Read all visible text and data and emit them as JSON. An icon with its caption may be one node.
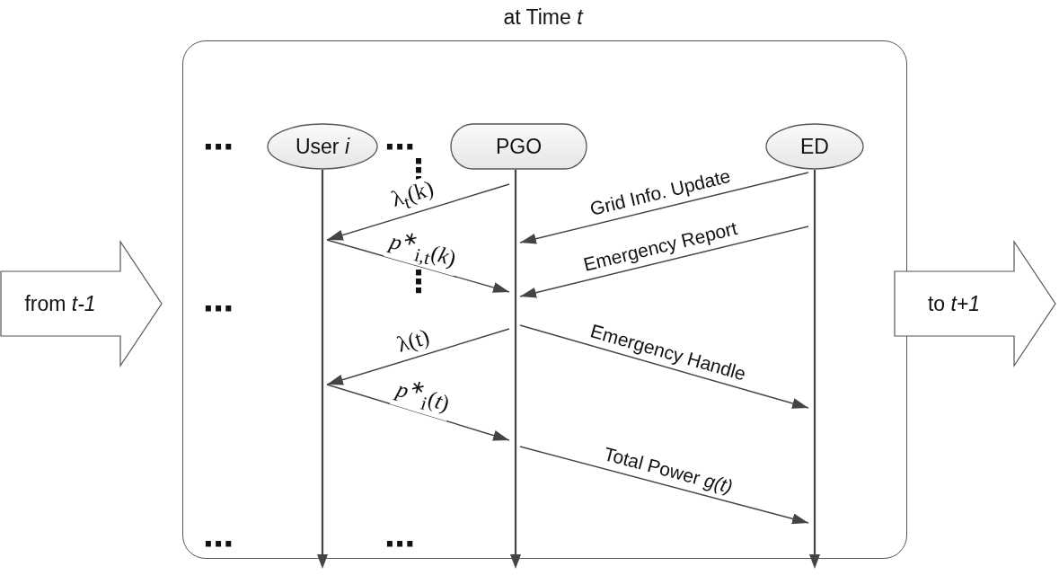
{
  "diagram": {
    "title": "at Time *t*",
    "nodes": [
      {
        "text": [],
        "shape": "box"
      },
      {
        "text": [
          "User *i*"
        ],
        "in": 0
      },
      {
        "text": [
          "PGO"
        ],
        "in": 0
      },
      {
        "text": [
          "ED"
        ],
        "in": 0
      },
      {
        "text": [],
        "shape": "bar",
        "in": 0
      },
      {
        "text": [],
        "shape": "bar",
        "in": 0
      },
      {
        "text": [],
        "shape": "bar",
        "in": 0
      },
      {
        "text": [
          "from *t-1*"
        ]
      },
      {
        "text": [
          "to *t+1*"
        ]
      }
    ],
    "edges": [
      {
        "from": 5,
        "to": 4,
        "arrow": "to",
        "label": "λ$_{t}$(k)"
      },
      {
        "from": 4,
        "to": 5,
        "arrow": "to",
        "label": "*p*$^{∗}$$_{i,t}$(*k*)"
      },
      {
        "from": 6,
        "to": 5,
        "arrow": "to",
        "label": "Grid Info. Update"
      },
      {
        "from": 6,
        "to": 5,
        "arrow": "to",
        "label": "Emergency Report"
      },
      {
        "from": 5,
        "to": 4,
        "arrow": "to",
        "label": "λ(t)"
      },
      {
        "from": 5,
        "to": 6,
        "arrow": "to",
        "label": "Emergency Handle"
      },
      {
        "from": 4,
        "to": 5,
        "arrow": "to",
        "label": "*p*$^{∗}$$_{i}$(*t*)"
      },
      {
        "from": 5,
        "to": 6,
        "arrow": "to",
        "label": "Total Power *g(t)*"
      }
    ],
    "labels": [
      "⋯",
      "⋯",
      "⋮",
      "⋮",
      "⋯",
      "⋯",
      "⋯"
    ]
  }
}
